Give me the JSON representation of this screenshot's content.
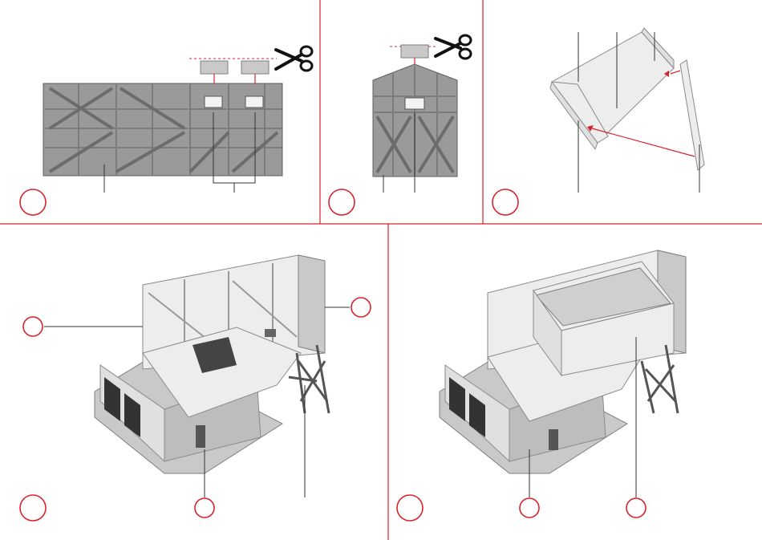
{
  "document": {
    "kind": "assembly-instruction-sheet",
    "panels": [
      {
        "id": "step-a",
        "markers": 1,
        "callout_lines": 2
      },
      {
        "id": "step-b",
        "markers": 1,
        "callout_lines": 2
      },
      {
        "id": "step-c",
        "markers": 1,
        "callout_lines": 5
      },
      {
        "id": "step-d",
        "markers": 3,
        "callout_lines": 4
      },
      {
        "id": "step-e",
        "markers": 3,
        "callout_lines": 2
      }
    ],
    "colors": {
      "accent": "#d8232a",
      "part_gray": "#9a9a9a",
      "line": "#333333"
    },
    "icons": [
      "scissors-icon",
      "cut-line",
      "window-insert"
    ]
  }
}
